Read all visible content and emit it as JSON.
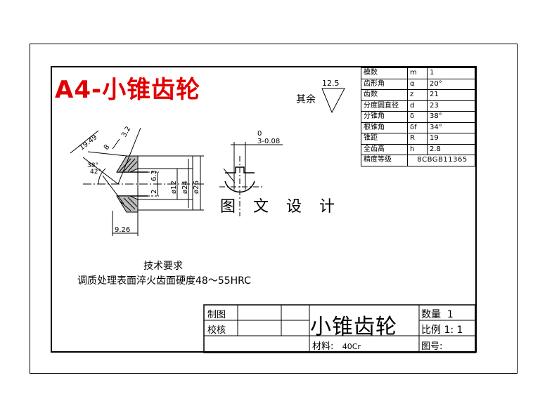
{
  "drawing": {
    "title": "A4-小锥齿轮",
    "surface_finish": {
      "roughness": "12.5",
      "label": "其余"
    },
    "watermark": "图 文 设 计"
  },
  "parameters": [
    {
      "name": "模数",
      "symbol": "m",
      "value": "1"
    },
    {
      "name": "齿形角",
      "symbol": "α",
      "value": "20°"
    },
    {
      "name": "齿数",
      "symbol": "z",
      "value": "21"
    },
    {
      "name": "分度圆直径",
      "symbol": "d",
      "value": "23"
    },
    {
      "name": "分锥角",
      "symbol": "δ",
      "value": "38°"
    },
    {
      "name": "根锥角",
      "symbol": "δf",
      "value": "34°"
    },
    {
      "name": "锥距",
      "symbol": "R",
      "value": "19"
    },
    {
      "name": "全齿高",
      "symbol": "h",
      "value": "2.8"
    },
    {
      "name": "精度等级",
      "symbol": "",
      "value": "8CBGB11365"
    }
  ],
  "dimensions": {
    "cone_len": "19.49",
    "face": "8",
    "roughness_32": "3.2",
    "angle_38": "38°",
    "angle_42": "42°",
    "d_63": "6.3",
    "d_2": "2",
    "d_12": "ø12",
    "d_24": "ø24",
    "d_26": "ø26",
    "len_926": "9.26",
    "key_tol_top": "0",
    "key_tol": "3-0.08"
  },
  "requirements": {
    "title": "技术要求",
    "text": "调质处理表面淬火齿面硬度48～55HRC"
  },
  "title_block": {
    "drawn_by": "制图",
    "checked_by": "校核",
    "part_name": "小锥齿轮",
    "quantity_label": "数量",
    "quantity": "1",
    "scale_label": "比例",
    "scale": "1: 1",
    "material_label": "材料:",
    "material": "40Cr",
    "drawing_no_label": "图号:"
  }
}
